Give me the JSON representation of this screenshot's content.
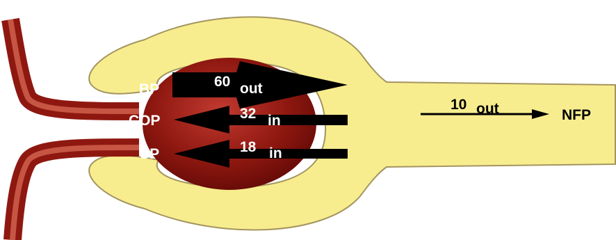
{
  "labels": {
    "bp": "BP",
    "cop": "COP",
    "cp": "CP",
    "nfp": "NFP"
  },
  "arrows": {
    "bp": {
      "value": "60",
      "direction": "out"
    },
    "cop": {
      "value": "32",
      "direction": "in"
    },
    "cp": {
      "value": "18",
      "direction": "in"
    },
    "net": {
      "value": "10",
      "direction": "out"
    }
  },
  "colors": {
    "capsule": "#f8ed8e",
    "capsule_outline": "#a39560",
    "glomerulus": "#7c0c08",
    "glomerulus_highlight": "#d2443a",
    "vessel": "#a8231a",
    "vessel_highlight": "#d86a55",
    "arrow": "#000000",
    "label_text": "#ffffff"
  }
}
